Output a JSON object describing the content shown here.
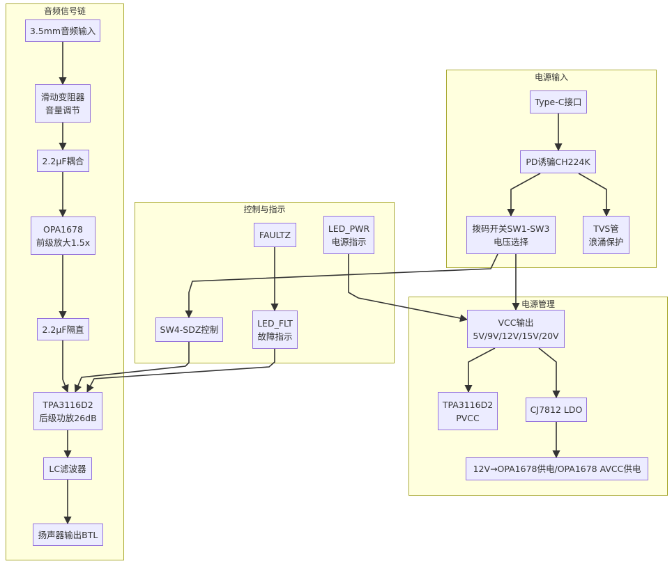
{
  "clusters": {
    "audio": "音频信号链",
    "power_in": "电源输入",
    "control": "控制与指示",
    "power_mgmt": "电源管理"
  },
  "nodes": {
    "jack": [
      "3.5mm音频输入"
    ],
    "pot": [
      "滑动变阻器",
      "音量调节"
    ],
    "cap1": [
      "2.2μF耦合"
    ],
    "opa": [
      "OPA1678",
      "前级放大1.5x"
    ],
    "cap2": [
      "2.2μF隔直"
    ],
    "tpa": [
      "TPA3116D2",
      "后级功放26dB"
    ],
    "lc": [
      "LC滤波器"
    ],
    "spk": [
      "扬声器输出BTL"
    ],
    "typec": [
      "Type-C接口"
    ],
    "pd": [
      "PD诱骗CH224K"
    ],
    "dip": [
      "拨码开关SW1-SW3",
      "电压选择"
    ],
    "tvs": [
      "TVS管",
      "浪涌保护"
    ],
    "faultz": [
      "FAULTZ"
    ],
    "ledpwr": [
      "LED_PWR",
      "电源指示"
    ],
    "sw4": [
      "SW4-SDZ控制"
    ],
    "ledflt": [
      "LED_FLT",
      "故障指示"
    ],
    "vcc": [
      "VCC输出",
      "5V/9V/12V/15V/20V"
    ],
    "pvcc": [
      "TPA3116D2",
      "PVCC"
    ],
    "ldo": [
      "CJ7812 LDO"
    ],
    "opa_supply": [
      "12V→OPA1678供电/OPA1678 AVCC供电"
    ]
  },
  "edges": [
    [
      "jack",
      "pot"
    ],
    [
      "pot",
      "cap1"
    ],
    [
      "cap1",
      "opa"
    ],
    [
      "opa",
      "cap2"
    ],
    [
      "cap2",
      "tpa"
    ],
    [
      "tpa",
      "lc"
    ],
    [
      "lc",
      "spk"
    ],
    [
      "typec",
      "pd"
    ],
    [
      "pd",
      "dip"
    ],
    [
      "pd",
      "tvs"
    ],
    [
      "dip",
      "vcc"
    ],
    [
      "dip",
      "sw4"
    ],
    [
      "faultz",
      "ledflt"
    ],
    [
      "ledpwr",
      "vcc"
    ],
    [
      "sw4",
      "tpa"
    ],
    [
      "ledflt",
      "tpa"
    ],
    [
      "vcc",
      "pvcc"
    ],
    [
      "vcc",
      "ldo"
    ],
    [
      "ldo",
      "opa_supply"
    ]
  ]
}
